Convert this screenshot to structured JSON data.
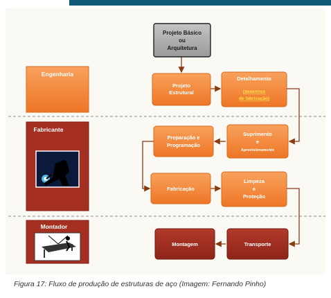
{
  "roles": {
    "engineering": "Engenharia",
    "manufacturer": "Fabricante",
    "assembler": "Montador"
  },
  "boxes": {
    "basic_project": [
      "Projeto Básico",
      "ou",
      "Arquitetura"
    ],
    "structural_project": [
      "Projeto",
      "Estrutural"
    ],
    "detailing": "Detalhamento",
    "detailing_sub": [
      "(desenhos",
      "de fabricação)"
    ],
    "preparation": [
      "Preparação e",
      "Programação"
    ],
    "supply": [
      "Suprimento",
      "e"
    ],
    "supply_sub": "Aprovisionamento",
    "fabrication": "Fabricação",
    "cleaning": [
      "Limpeza",
      "e",
      "Proteção"
    ],
    "assembly": "Montagem",
    "transport": "Transporte"
  },
  "caption": "Figura 17: Fluxo de produção de estruturas de aço (Imagem: Fernando Pinho)",
  "colors": {
    "orange": "#f07c2e",
    "orange_light": "#f59a4f",
    "dark_red": "#9b2a1f",
    "gray": "#a6a6a6",
    "connector": "#8a3c14",
    "header_blue": "#0e5a78"
  },
  "icons": {
    "welder": "welder-icon",
    "beam": "beam-lifting-icon"
  }
}
